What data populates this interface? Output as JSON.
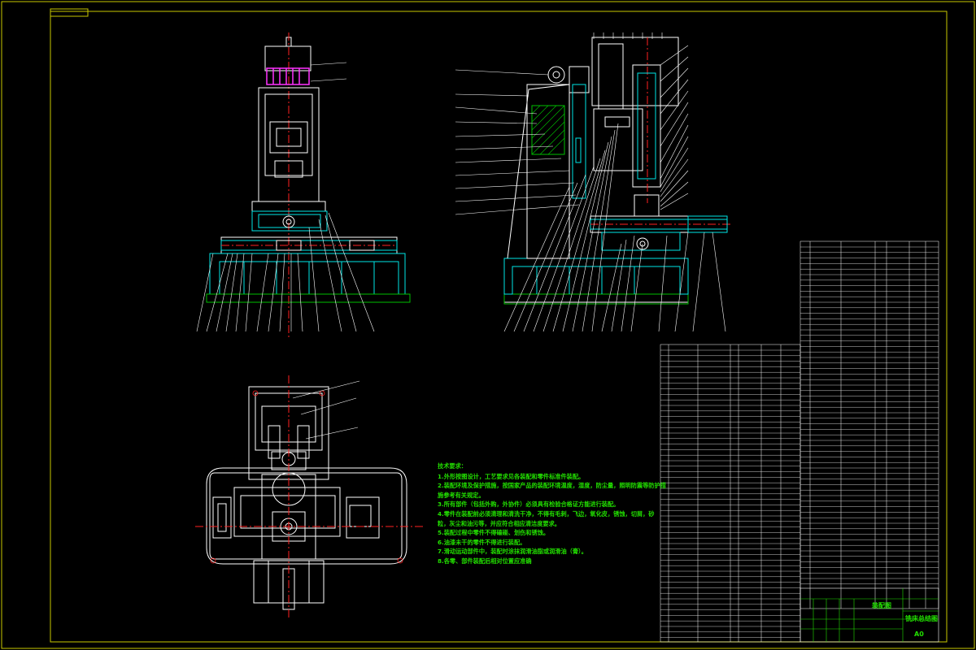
{
  "drawing": {
    "colors": {
      "background": "#000000",
      "frame": "#c8c800",
      "part_lines": "#ffffff",
      "section": "#00e6e6",
      "centerline": "#ff2020",
      "motor": "#ff33ff",
      "hatch": "#00c000",
      "table_lines": "#ffffff",
      "text": "#22e000"
    },
    "technical_requirements": {
      "title": "技术要求：",
      "items": [
        "1.外形按图设计，工艺要求见各装配和零件标准件装配。",
        "2.装配环境及保护措施，按国家产品的装配环境温度，湿度，防尘量，照明防震等防护措",
        "  施参考有关规定。",
        "3.所有部件（包括外购，外协件）必须具有检验合格证方能进行装配。",
        "4.零件在装配前必须清理和清洗干净，不得有毛刺，飞边，氧化皮，锈蚀，切屑，砂",
        "  粒，灰尘和油污等，并应符合相应清洁度要求。",
        "5.装配过程中零件不得磕碰、划伤和锈蚀。",
        "6.油漆未干的零件不得进行装配。",
        "7.滑动运动部件中，装配时涂抹润滑油脂或润滑油（膏）。",
        "8.各零、部件装配后相对位置应准确"
      ]
    },
    "title_block": {
      "drawing_type": "装配图",
      "drawing_name": "铣床总结图",
      "sheet_code": "A0"
    }
  }
}
